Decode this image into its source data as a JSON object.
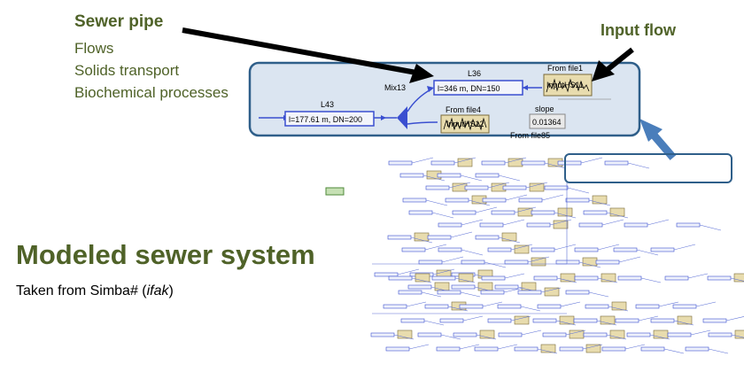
{
  "annotations": {
    "sewer_pipe": "Sewer pipe",
    "bullets": [
      "Flows",
      "Solids transport",
      "Biochemical processes"
    ],
    "input_flow": "Input flow",
    "modeled": "Modeled sewer system",
    "source_prefix": "Taken from Simba# (",
    "source_name": "ifak",
    "source_suffix": ")"
  },
  "zoom": {
    "mix_label": "Mix13",
    "pipe_main_label": "L36",
    "pipe_main_text": "l=346 m, DN=150",
    "pipe_left_label": "L43",
    "pipe_left_text": "l=177.61 m, DN=200",
    "file1_label": "From file1",
    "file1_text": "InputHS11",
    "file4_label": "From file4",
    "file4_text": "InputHS12",
    "slope_label": "slope",
    "slope_value": "0.01364",
    "file85_label": "From file85"
  },
  "colors": {
    "annotation_green": "#4f6228",
    "callout_border": "#2f5f8a",
    "callout_fill": "#dbe5f1",
    "pipe_blue": "#3a4fd0",
    "block_fill": "#e8dcae"
  }
}
